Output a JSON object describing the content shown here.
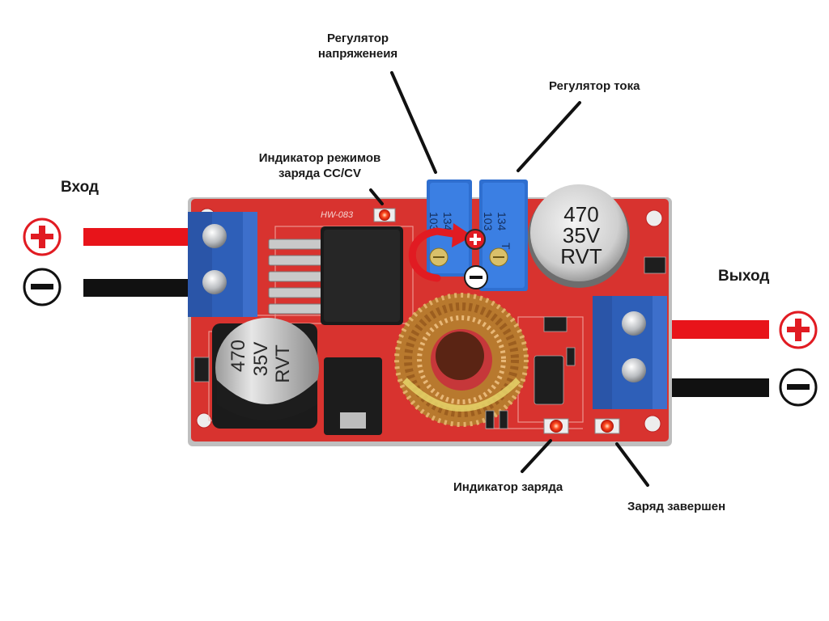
{
  "labels": {
    "input": "Вход",
    "output": "Выход",
    "voltage_regulator_line1": "Регулятор",
    "voltage_regulator_line2": "напряженеия",
    "current_regulator": "Регулятор тока",
    "mode_indicator_line1": "Индикатор режимов",
    "mode_indicator_line2": "заряда CC/CV",
    "charge_indicator": "Индикатор заряда",
    "charge_complete": "Заряд завершен"
  },
  "board": {
    "model": "HW-083",
    "capacitor_value": "470",
    "capacitor_voltage": "35V",
    "capacitor_brand": "RVT",
    "trimmer_code_1": "134",
    "trimmer_code_2": "103",
    "trimmer_mark": "T"
  },
  "symbols": {
    "plus": "+",
    "minus": "−"
  },
  "colors": {
    "pcb": "#d8332f",
    "terminal": "#2e5fb8",
    "wire_positive": "#e8141a",
    "wire_negative": "#111111",
    "plus_sign": "#e11b22",
    "led": "#ff3b1f"
  }
}
